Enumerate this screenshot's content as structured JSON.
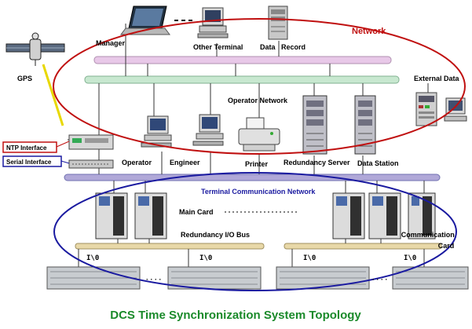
{
  "title": "DCS Time Synchronization System Topology",
  "labels": {
    "network": "Network",
    "manager": "Manager",
    "other_terminal": "Other Terminal",
    "data_record": "Data   Record",
    "gps": "GPS",
    "external_data": "External Data",
    "operator_network": "Operator Network",
    "ntp_interface": "NTP Interface",
    "serial_interface": "Serial Interface",
    "operator": "Operator",
    "engineer": "Engineer",
    "printer": "Printer",
    "redundancy_server": "Redundancy Server",
    "data_station": "Data Station",
    "terminal_comm_network": "Terminal Communication Network",
    "main_card": "Main Card",
    "redundancy_io_bus": "Redundancy I/O Bus",
    "communication_card": "Communication\nCard",
    "io_label": "I\\0",
    "ellipsis": "· · · ·"
  },
  "colors": {
    "network_ring": "#c01010",
    "terminal_ring": "#1a1aa0",
    "bus_pink": "#e8c8e8",
    "bus_green": "#c8e8d0",
    "bus_purple": "#b0a8d8",
    "bus_tan": "#e8d8a8",
    "title_green": "#1a8a2a"
  }
}
